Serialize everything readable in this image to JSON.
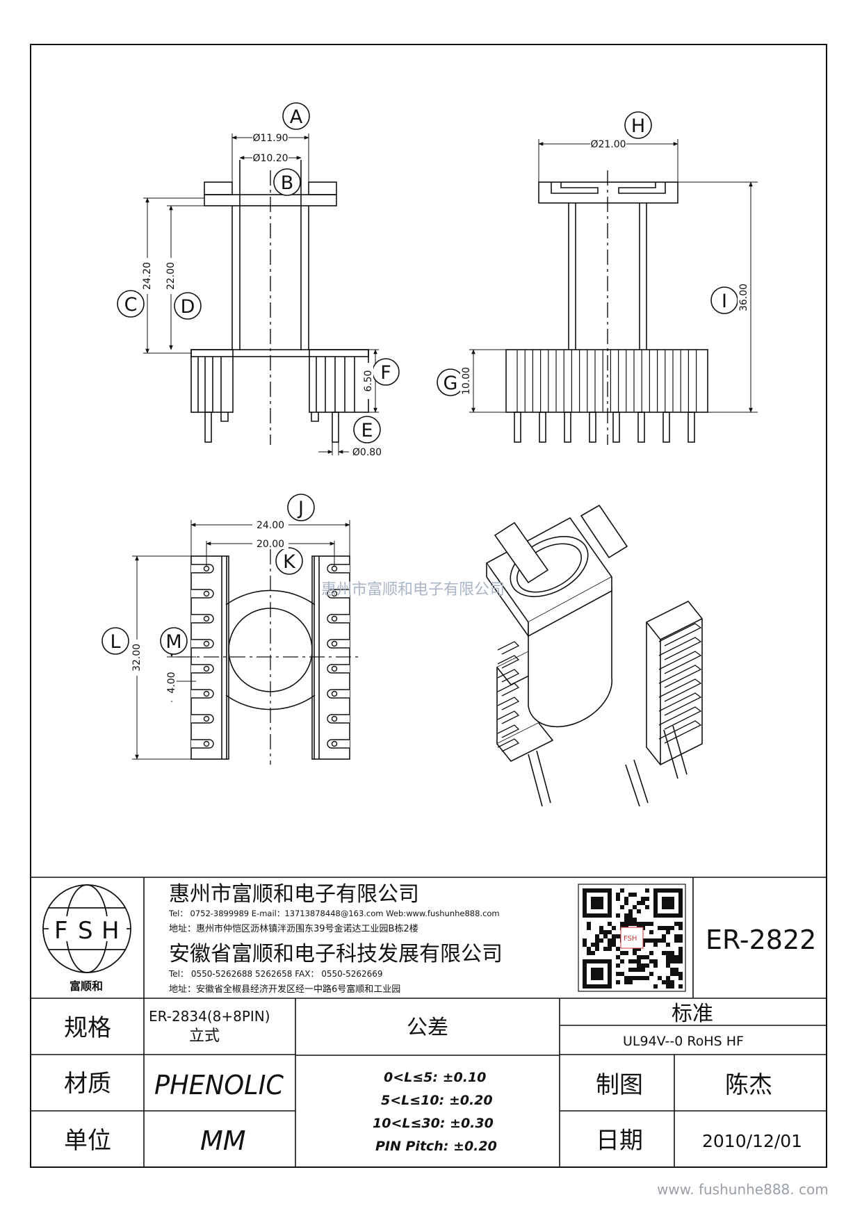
{
  "watermark_center": "惠州市富顺和电子有限公司",
  "watermark_footer": "www. fushunhe888. com",
  "views": {
    "front": {
      "label_a": "A",
      "dim_a": "Ø11.90",
      "label_b": "B",
      "dim_b": "Ø10.20",
      "label_c": "C",
      "dim_c": "24.20",
      "label_d": "D",
      "dim_d": "22.00",
      "label_e": "E",
      "dim_e": "Ø0.80",
      "label_f": "F",
      "dim_f": "6.50"
    },
    "side": {
      "label_h": "H",
      "dim_h": "Ø21.00",
      "label_i": "I",
      "dim_i": "36.00",
      "label_g": "G",
      "dim_g": "10.00"
    },
    "bottom": {
      "label_j": "J",
      "dim_j": "24.00",
      "label_k": "K",
      "dim_k": "20.00",
      "label_l": "L",
      "dim_l": "32.00",
      "label_m": "M",
      "dim_m": "4.00"
    }
  },
  "title_block": {
    "logo_letters": [
      "F",
      "S",
      "H"
    ],
    "logo_caption": "富顺和",
    "company1": "惠州市富顺和电子有限公司",
    "contact1": "Tel： 0752-3899989   E-mail：13713878448@163.com  Web:www.fushunhe888.com",
    "address1": "地址：惠州市仲恺区沥林镇泮沥围东39号金诺达工业园B栋2楼",
    "company2": "安徽省富顺和电子科技发展有限公司",
    "contact2": "Tel： 0550-5262688  5262658        FAX： 0550-5262669",
    "address2": "地址：安徽省全椒县经济开发区经一中路6号富顺和工业园",
    "qr_badge": "FSH",
    "part_number": "ER-2822",
    "spec_label": "规格",
    "spec_value_1": "ER-2834(8+8PIN)",
    "spec_value_2": "立式",
    "material_label": "材质",
    "material_value": "PHENOLIC",
    "unit_label": "单位",
    "unit_value": "MM",
    "tolerance_label": "公差",
    "tolerances": [
      "0<L≤5: ±0.10",
      "5<L≤10: ±0.20",
      "10<L≤30: ±0.30",
      "PIN Pitch: ±0.20"
    ],
    "standard_label": "标准",
    "standard_value": "UL94V--0  RoHS HF",
    "drawn_label": "制图",
    "drawn_value": "陈杰",
    "date_label": "日期",
    "date_value": "2010/12/01"
  },
  "colors": {
    "line": "#111111",
    "watermark": "#aab6c8",
    "footer": "#9aa0a8"
  }
}
